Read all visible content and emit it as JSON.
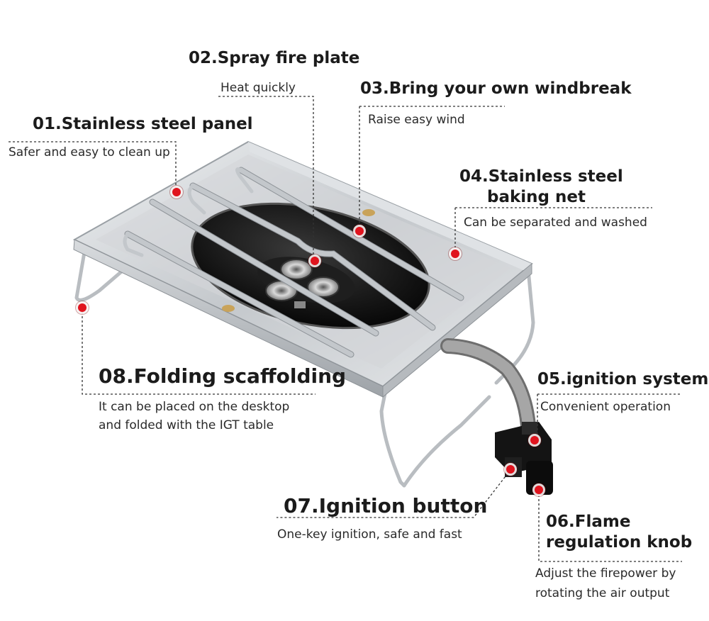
{
  "features": [
    {
      "id": "01",
      "title": "01.Stainless steel panel",
      "desc": [
        "Safer and easy to clean up"
      ]
    },
    {
      "id": "02",
      "title": "02.Spray fire plate",
      "desc": [
        "Heat quickly"
      ]
    },
    {
      "id": "03",
      "title": "03.Bring your own windbreak",
      "desc": [
        "Raise easy wind"
      ]
    },
    {
      "id": "04",
      "title": [
        "04.Stainless steel",
        "baking net"
      ],
      "desc": [
        "Can be separated and washed"
      ]
    },
    {
      "id": "05",
      "title": "05.ignition system",
      "desc": [
        "Convenient operation"
      ]
    },
    {
      "id": "06",
      "title": [
        "06.Flame",
        "regulation knob"
      ],
      "desc": [
        "Adjust the firepower by",
        "rotating the air output"
      ]
    },
    {
      "id": "07",
      "title": "07.Ignition button",
      "desc": [
        "One-key ignition, safe and fast"
      ]
    },
    {
      "id": "08",
      "title": "08.Folding scaffolding",
      "desc": [
        "It can be placed on the desktop",
        "and folded with the IGT table"
      ]
    }
  ],
  "icons": {
    "marker": "red-dot-marker",
    "product": "camping-gas-stove-illustration"
  },
  "colors": {
    "marker": "#e0141e",
    "text": "#1b1b1b",
    "leader": "#333333",
    "steel": "#c9ccd0",
    "burner_plate": "#111111"
  }
}
